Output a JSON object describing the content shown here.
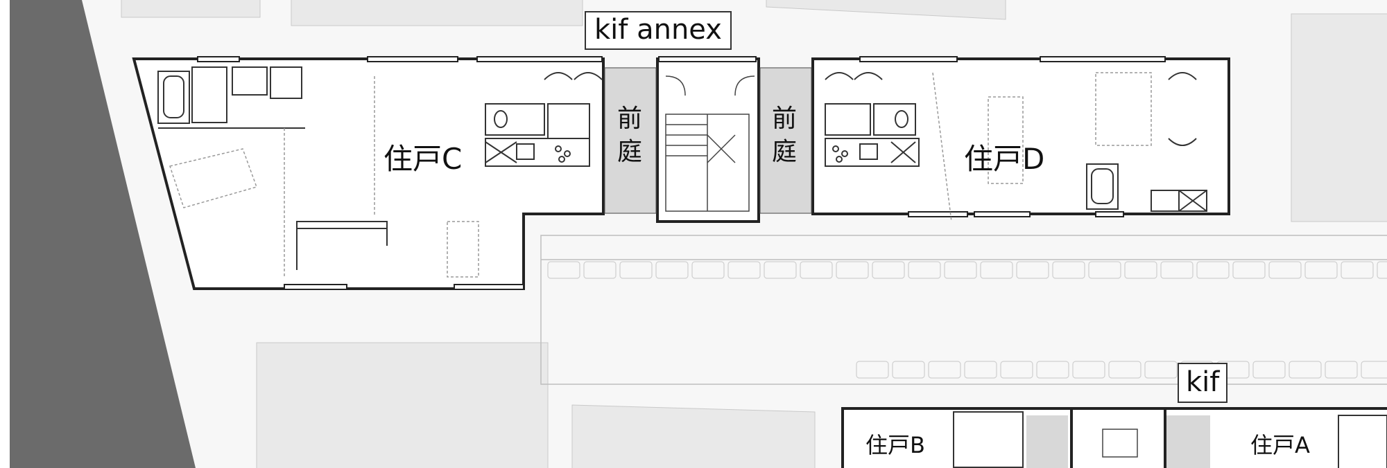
{
  "labels": {
    "building_annex": "kif annex",
    "building_main": "kif",
    "unit_c": "住戸C",
    "unit_d": "住戸D",
    "unit_b": "住戸B",
    "unit_a": "住戸A",
    "courtyard_left": "前\n庭",
    "courtyard_right": "前\n庭"
  },
  "colors": {
    "background": "#f7f7f7",
    "neighbor_building": "#e9e9e9",
    "road": "#6b6b6b",
    "courtyard": "#d8d8d8",
    "wall": "#222222"
  }
}
